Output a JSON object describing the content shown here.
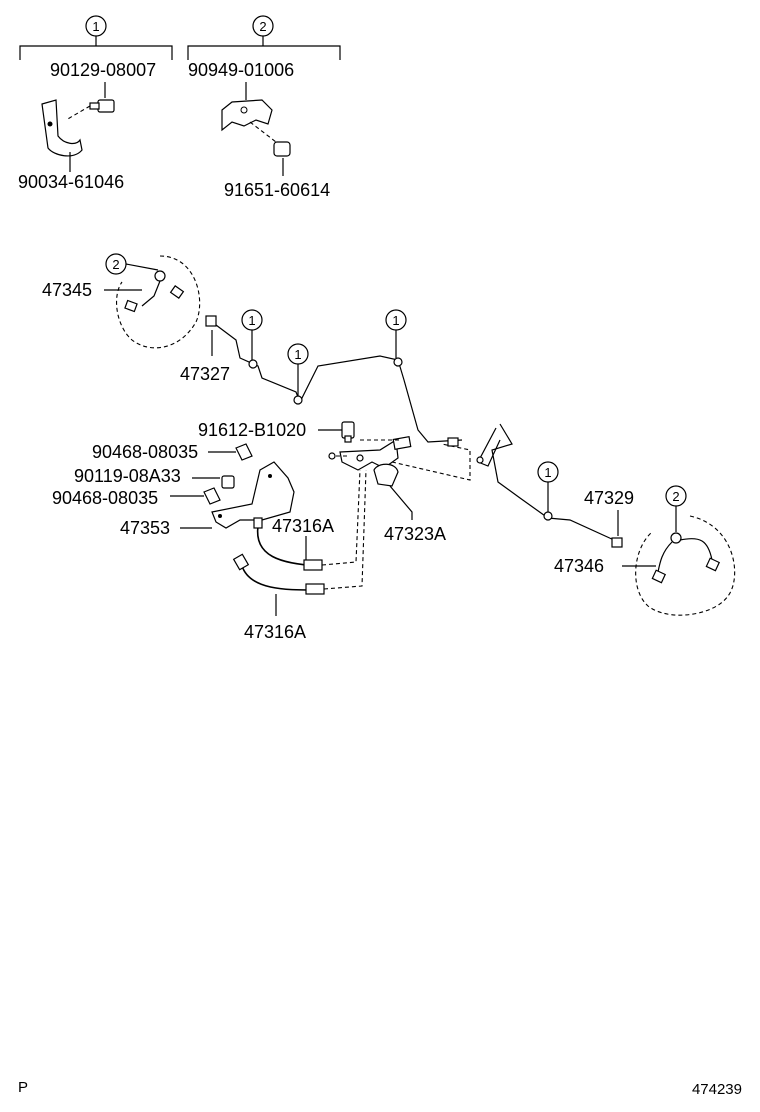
{
  "legend": {
    "circle_1": "1",
    "circle_2": "2",
    "group1_part_a": "90129-08007",
    "group1_part_b": "90034-61046",
    "group2_part_a": "90949-01006",
    "group2_part_b": "91651-60614"
  },
  "callouts": {
    "c1": "1",
    "c2": "2"
  },
  "parts": {
    "p47345": "47345",
    "p47327": "47327",
    "p91612": "91612-B1020",
    "p90468a": "90468-08035",
    "p90119": "90119-08A33",
    "p90468b": "90468-08035",
    "p47353": "47353",
    "p47316A_upper": "47316A",
    "p47316A_lower": "47316A",
    "p47323A": "47323A",
    "p47329": "47329",
    "p47346": "47346"
  },
  "footer": {
    "left_code": "P",
    "right_code": "474239"
  }
}
